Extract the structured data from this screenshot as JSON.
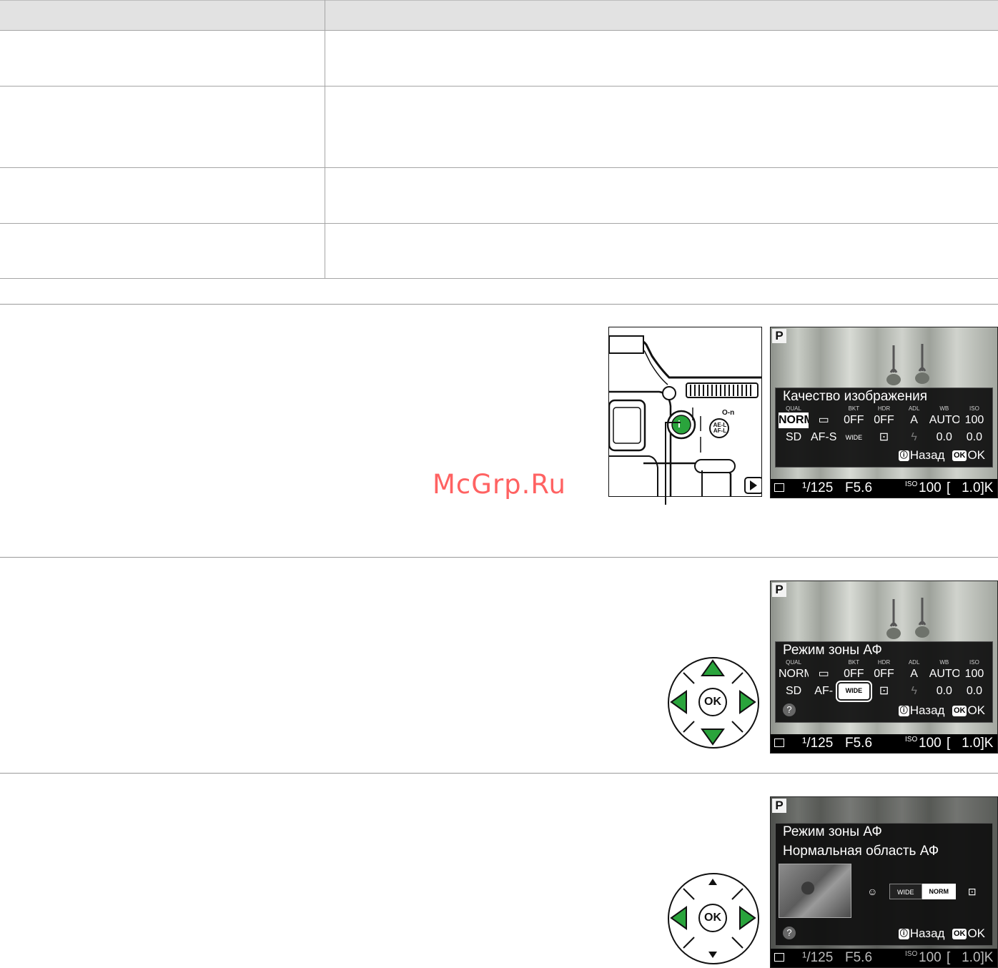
{
  "camera_screen_1": {
    "mode": "P",
    "panel_title": "Качество изображения",
    "header_labels": [
      "QUAL",
      "",
      "BKT",
      "HDR",
      "ADL",
      "WB",
      "ISO"
    ],
    "row1": [
      "NORM",
      "▭",
      "0FF",
      "0FF",
      "A",
      "AUTO",
      "100"
    ],
    "row2": [
      "SD",
      "AF-S",
      "WIDE",
      "⊡",
      "ϟ",
      "0.0",
      "0.0"
    ],
    "back_label": "Назад",
    "ok_label": "OK",
    "ok_icon": "OK",
    "status": {
      "shutter": "¹/125",
      "aperture": "F5.6",
      "iso_label": "ISO",
      "iso": "100",
      "ev": "[   1.0]K"
    }
  },
  "camera_screen_2": {
    "mode": "P",
    "panel_title": "Режим зоны АФ",
    "header_labels": [
      "QUAL",
      "",
      "BKT",
      "HDR",
      "ADL",
      "WB",
      "ISO"
    ],
    "row1": [
      "NORM",
      "▭",
      "0FF",
      "0FF",
      "A",
      "AUTO",
      "100"
    ],
    "row2": [
      "SD",
      "AF-",
      "WIDE",
      "⊡",
      "ϟ",
      "0.0",
      "0.0"
    ],
    "help": "?",
    "back_label": "Назад",
    "ok_label": "OK",
    "ok_icon": "OK",
    "status": {
      "shutter": "¹/125",
      "aperture": "F5.6",
      "iso_label": "ISO",
      "iso": "100",
      "ev": "[   1.0]K"
    }
  },
  "camera_screen_3": {
    "mode": "P",
    "panel_title": "Режим зоны АФ",
    "subtitle": "Нормальная область АФ",
    "options": [
      "☺",
      "WIDE",
      "NORM",
      "⊡"
    ],
    "help": "?",
    "back_label": "Назад",
    "ok_label": "OK",
    "ok_icon": "OK",
    "status": {
      "shutter": "¹/125",
      "aperture": "F5.6",
      "iso_label": "ISO",
      "iso": "100",
      "ev": "[   1.0]K"
    }
  },
  "camera_body": {
    "info_button": "i",
    "ael_button": "AE-L AF-L",
    "lock_symbol": "O-n"
  },
  "multi_selector": {
    "ok_label": "OK"
  },
  "watermark": "McGrp.Ru"
}
